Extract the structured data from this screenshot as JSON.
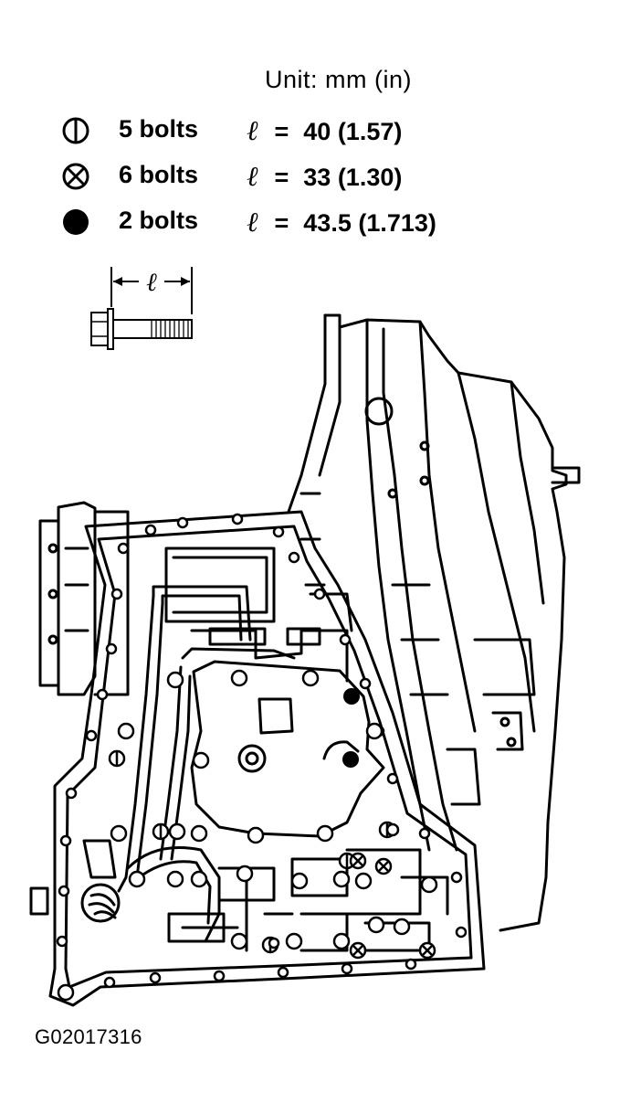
{
  "unit_label": "Unit: mm (in)",
  "legend": [
    {
      "symbol": "circle-bar-icon",
      "count": "5 bolts",
      "ell": "ℓ",
      "eq": "=",
      "value": "40 (1.57)"
    },
    {
      "symbol": "circle-cross-icon",
      "count": "6 bolts",
      "ell": "ℓ",
      "eq": "=",
      "value": "33 (1.30)"
    },
    {
      "symbol": "filled-circle-icon",
      "count": "2 bolts",
      "ell": "ℓ",
      "eq": "=",
      "value": "43.5 (1.713)"
    }
  ],
  "bolt_dimension_label": "ℓ",
  "figure_code": "G02017316"
}
